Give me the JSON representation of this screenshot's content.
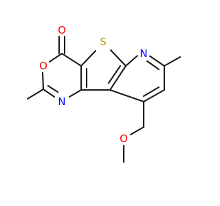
{
  "molecule": {
    "atoms": [
      {
        "id": "O_carbonyl",
        "symbol": "O",
        "color": "#ff0000"
      },
      {
        "id": "S_ring",
        "symbol": "S",
        "color": "#b3a100"
      },
      {
        "id": "O_ring",
        "symbol": "O",
        "color": "#ff0000"
      },
      {
        "id": "N_pyridine",
        "symbol": "N",
        "color": "#0000ff"
      },
      {
        "id": "N_oxazine",
        "symbol": "N",
        "color": "#0000ff"
      },
      {
        "id": "O_ether",
        "symbol": "O",
        "color": "#ff0000"
      }
    ]
  }
}
